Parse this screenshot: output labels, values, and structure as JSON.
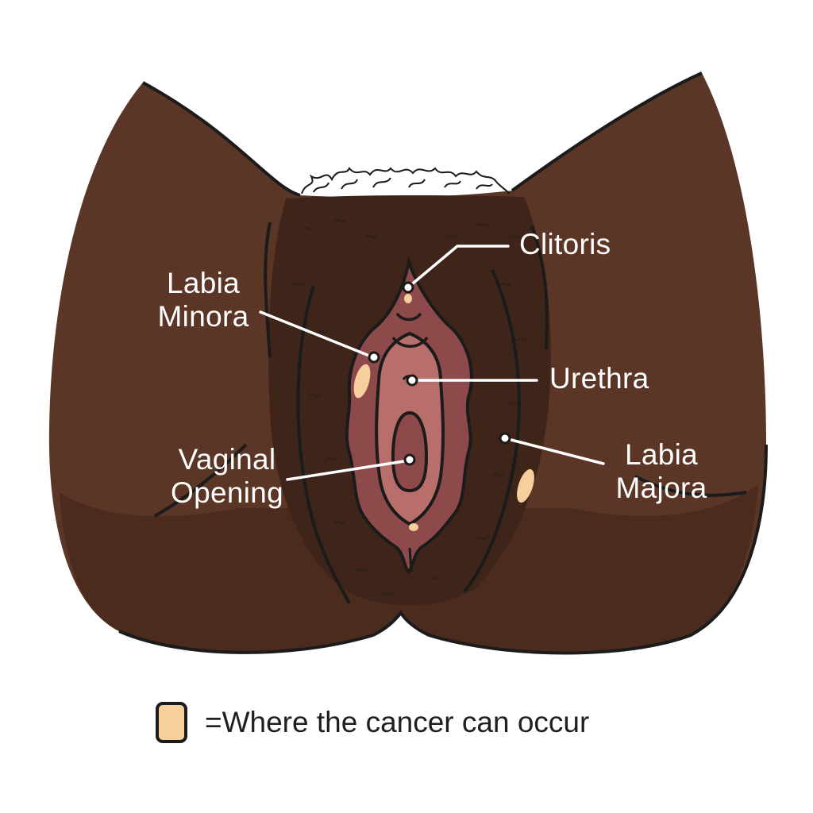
{
  "labels": {
    "clitoris": "Clitoris",
    "labia_minora": [
      "Labia",
      "Minora"
    ],
    "urethra": "Urethra",
    "vaginal_opening": [
      "Vaginal",
      "Opening"
    ],
    "labia_majora": [
      "Labia",
      "Majora"
    ]
  },
  "legend": {
    "text": "=Where the cancer can occur"
  },
  "colors": {
    "skin": "#5b3526",
    "skin_shadow": "#4a2b1e",
    "hair_patch": "#3f2519",
    "labia_minora": "#8e4a4a",
    "inner_tissue": "#b86f6b",
    "cancer_marker": "#f7cf9c",
    "outline": "#1b1b1b",
    "label_text": "#ffffff"
  }
}
